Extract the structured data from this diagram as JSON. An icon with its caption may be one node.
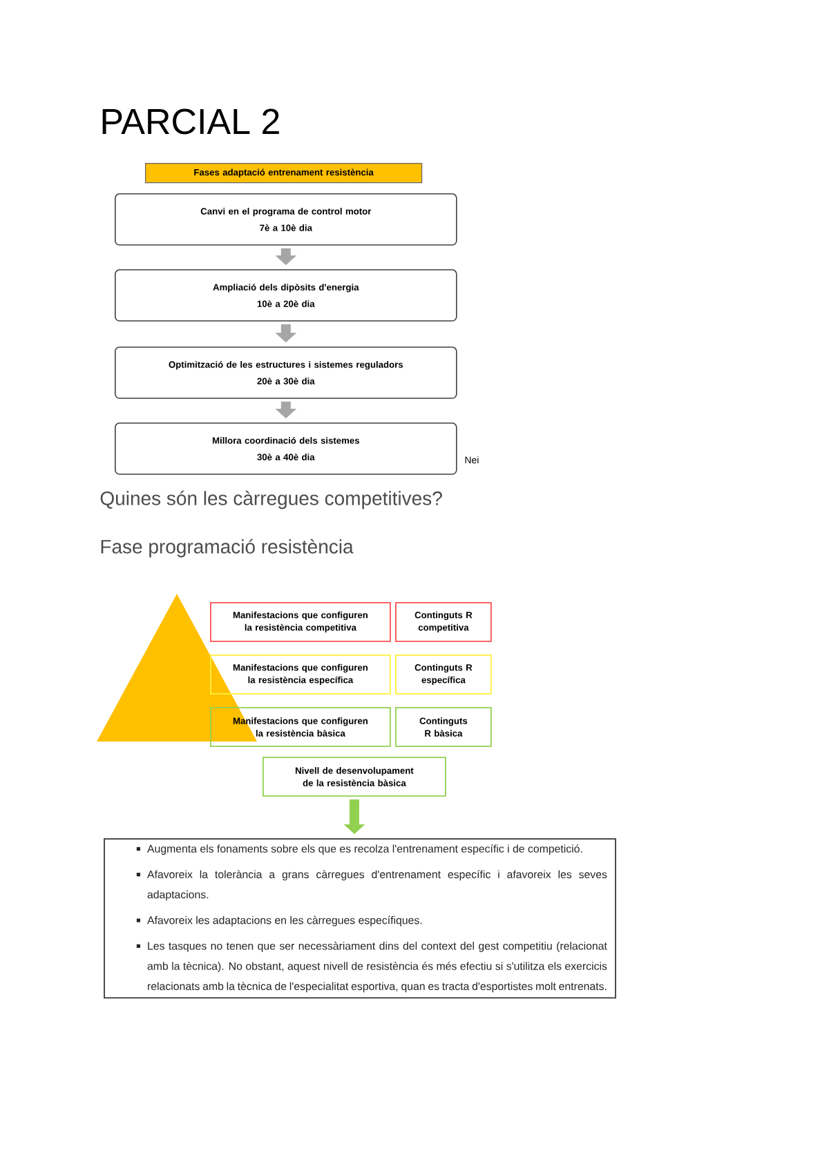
{
  "diagram": {
    "title": "PARCIAL 2",
    "nodes": [
      {
        "text": [
          "Fases adaptació entrenament resistència"
        ]
      },
      {
        "text": [
          "Canvi en el programa de control motor",
          "7è a 10è dia"
        ]
      },
      {
        "text": [
          "Ampliació dels dipòsits d'energia",
          "10è a 20è dia"
        ]
      },
      {
        "text": [
          "Optimització de les estructures i sistemes reguladors",
          "20è a 30è dia"
        ]
      },
      {
        "text": [
          "Millora coordinació dels sistemes",
          "30è a 40è dia"
        ]
      },
      {
        "text": [
          "Manifestacions que configuren la resistència competitiva"
        ]
      },
      {
        "text": [
          "Continguts R competitiva"
        ]
      },
      {
        "text": [
          "Manifestacions que configuren la resistència específica"
        ]
      },
      {
        "text": [
          "Continguts R específica"
        ]
      },
      {
        "text": [
          "Manifestacions que configuren la resistència bàsica"
        ]
      },
      {
        "text": [
          "Continguts R bàsica"
        ]
      },
      {
        "text": [
          "Nivell de desenvolupament de la resistència bàsica"
        ]
      },
      {
        "text": [
          "Augmenta els fonaments sobre els que es recolza l'entrenament específic i de competició.",
          "Afavoreix la tolerància a grans càrregues d'entrenament específic i afavoreix les seves adaptacions.",
          "Afavoreix les adaptacions en les càrregues específiques.",
          "Les tasques no tenen que ser necessàriament dins del context del gest competitiu (relacionat amb la tècnica). No obstant, aquest nivell de resistència és més efectiu si s'utilitza els exercicis relacionats amb la tècnica de l'especialitat esportiva, quan es tracta d'esportistes molt entrenats."
        ]
      }
    ],
    "edges": [
      {
        "from": 1,
        "to": 2,
        "arrow": "to"
      },
      {
        "from": 2,
        "to": 3,
        "arrow": "to"
      },
      {
        "from": 3,
        "to": 4,
        "arrow": "to"
      },
      {
        "from": 11,
        "to": 12,
        "arrow": "to",
        "color": "#92d050"
      }
    ],
    "labels": [
      "Nei",
      "Quines són les càrregues competitives?",
      "Fase programació resistència"
    ]
  }
}
